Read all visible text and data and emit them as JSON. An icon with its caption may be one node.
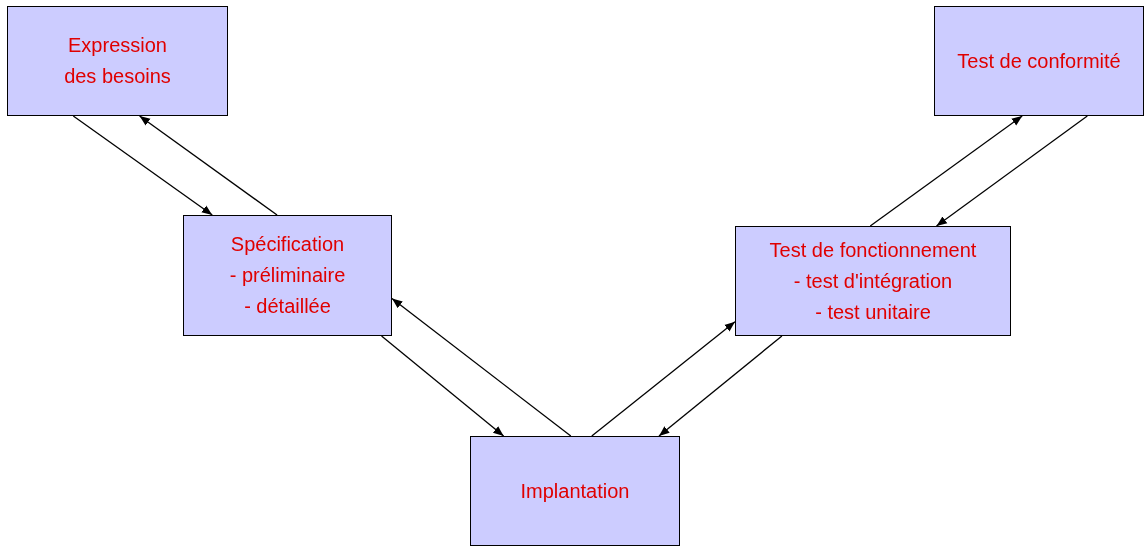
{
  "diagram": {
    "nodes": [
      {
        "text": [
          "Expression des besoins"
        ]
      },
      {
        "text": [
          "Spécification - préliminaire - détaillée"
        ]
      },
      {
        "text": [
          "Implantation"
        ]
      },
      {
        "text": [
          "Test de fonctionnement - test d'intégration - test unitaire"
        ]
      },
      {
        "text": [
          "Test de conformité"
        ]
      }
    ],
    "edges": [
      {
        "from": 0,
        "to": 1,
        "arrow": "to"
      },
      {
        "from": 1,
        "to": 0,
        "arrow": "to"
      },
      {
        "from": 1,
        "to": 2,
        "arrow": "to"
      },
      {
        "from": 2,
        "to": 1,
        "arrow": "to"
      },
      {
        "from": 2,
        "to": 3,
        "arrow": "to"
      },
      {
        "from": 3,
        "to": 2,
        "arrow": "to"
      },
      {
        "from": 3,
        "to": 4,
        "arrow": "to"
      },
      {
        "from": 4,
        "to": 3,
        "arrow": "to"
      }
    ]
  }
}
